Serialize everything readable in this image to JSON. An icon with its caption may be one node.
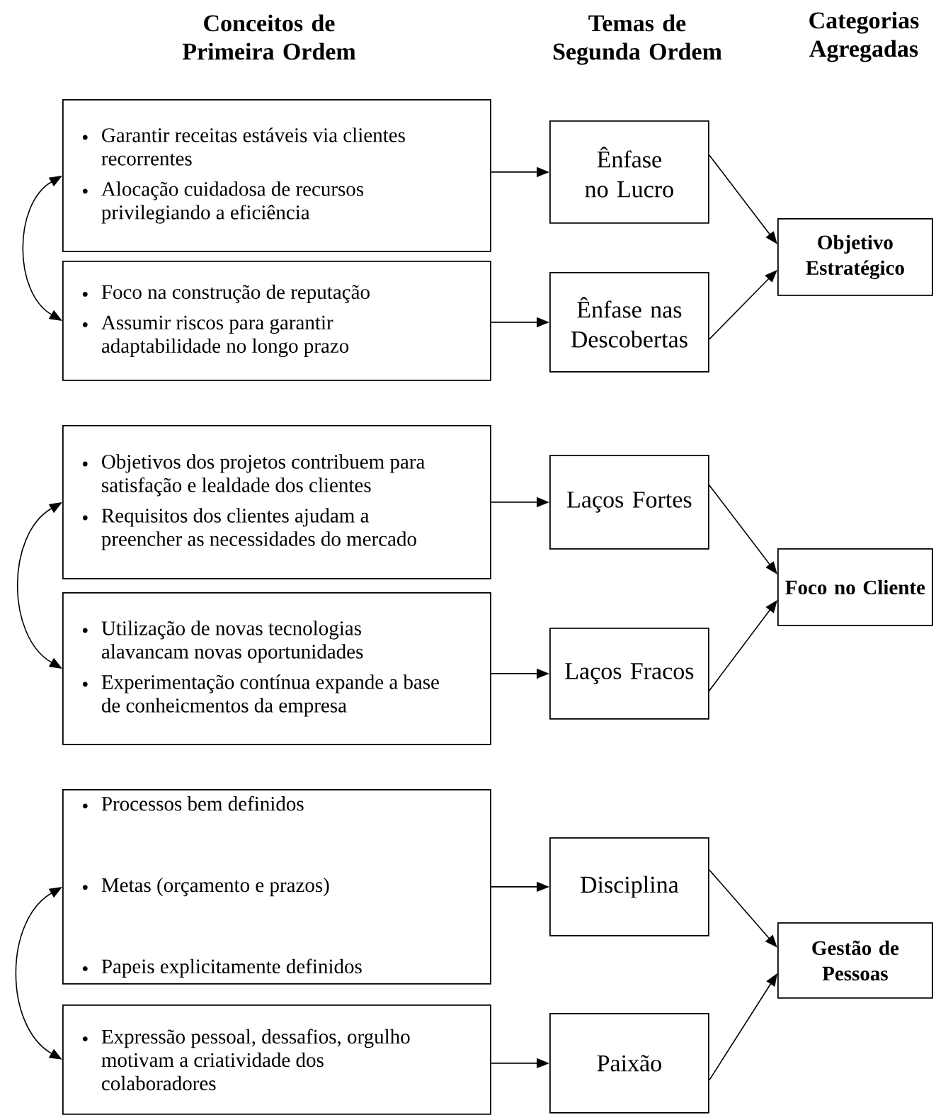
{
  "diagram": {
    "nodes": [
      {
        "text": [
          "Garantir receitas estáveis via clientes recorrentes",
          "Alocação cuidadosa de recursos privilegiando a eficiência"
        ]
      },
      {
        "text": [
          "Foco na construção de reputação",
          "Assumir riscos para garantir adaptabilidade no longo prazo"
        ]
      },
      {
        "text": [
          "Ênfase no Lucro"
        ]
      },
      {
        "text": [
          "Ênfase nas Descobertas"
        ]
      },
      {
        "text": [
          "Objetivo Estratégico"
        ]
      },
      {
        "text": [
          "Objetivos dos projetos contribuem para satisfação e lealdade dos clientes",
          "Requisitos dos clientes ajudam a preencher as necessidades do mercado"
        ]
      },
      {
        "text": [
          "Utilização de novas tecnologias alavancam novas oportunidades",
          "Experimentação contínua expande a base de conheicmentos da empresa"
        ]
      },
      {
        "text": [
          "Laços Fortes"
        ]
      },
      {
        "text": [
          "Laços Fracos"
        ]
      },
      {
        "text": [
          "Foco no Cliente"
        ]
      },
      {
        "text": [
          "Processos bem definidos",
          "Metas (orçamento e prazos)",
          "Papeis explicitamente definidos"
        ]
      },
      {
        "text": [
          "Expressão pessoal, dessafios, orgulho motivam a criatividade dos colaboradores"
        ]
      },
      {
        "text": [
          "Disciplina"
        ]
      },
      {
        "text": [
          "Paixão"
        ]
      },
      {
        "text": [
          "Gestão de Pessoas"
        ]
      }
    ],
    "edges": [
      {
        "from": 0,
        "to": 2,
        "arrow": "to"
      },
      {
        "from": 1,
        "to": 3,
        "arrow": "to"
      },
      {
        "from": 2,
        "to": 4,
        "arrow": "to"
      },
      {
        "from": 3,
        "to": 4,
        "arrow": "to"
      },
      {
        "from": 0,
        "to": 1,
        "arrow": "both"
      },
      {
        "from": 5,
        "to": 7,
        "arrow": "to"
      },
      {
        "from": 6,
        "to": 8,
        "arrow": "to"
      },
      {
        "from": 7,
        "to": 9,
        "arrow": "to"
      },
      {
        "from": 8,
        "to": 9,
        "arrow": "to"
      },
      {
        "from": 5,
        "to": 6,
        "arrow": "both"
      },
      {
        "from": 10,
        "to": 12,
        "arrow": "to"
      },
      {
        "from": 11,
        "to": 13,
        "arrow": "to"
      },
      {
        "from": 12,
        "to": 14,
        "arrow": "to"
      },
      {
        "from": 13,
        "to": 14,
        "arrow": "to"
      },
      {
        "from": 10,
        "to": 11,
        "arrow": "both"
      }
    ],
    "labels": [
      "Conceitos de Primeira Ordem",
      "Temas de Segunda Ordem",
      "Categorias Agregadas"
    ]
  }
}
